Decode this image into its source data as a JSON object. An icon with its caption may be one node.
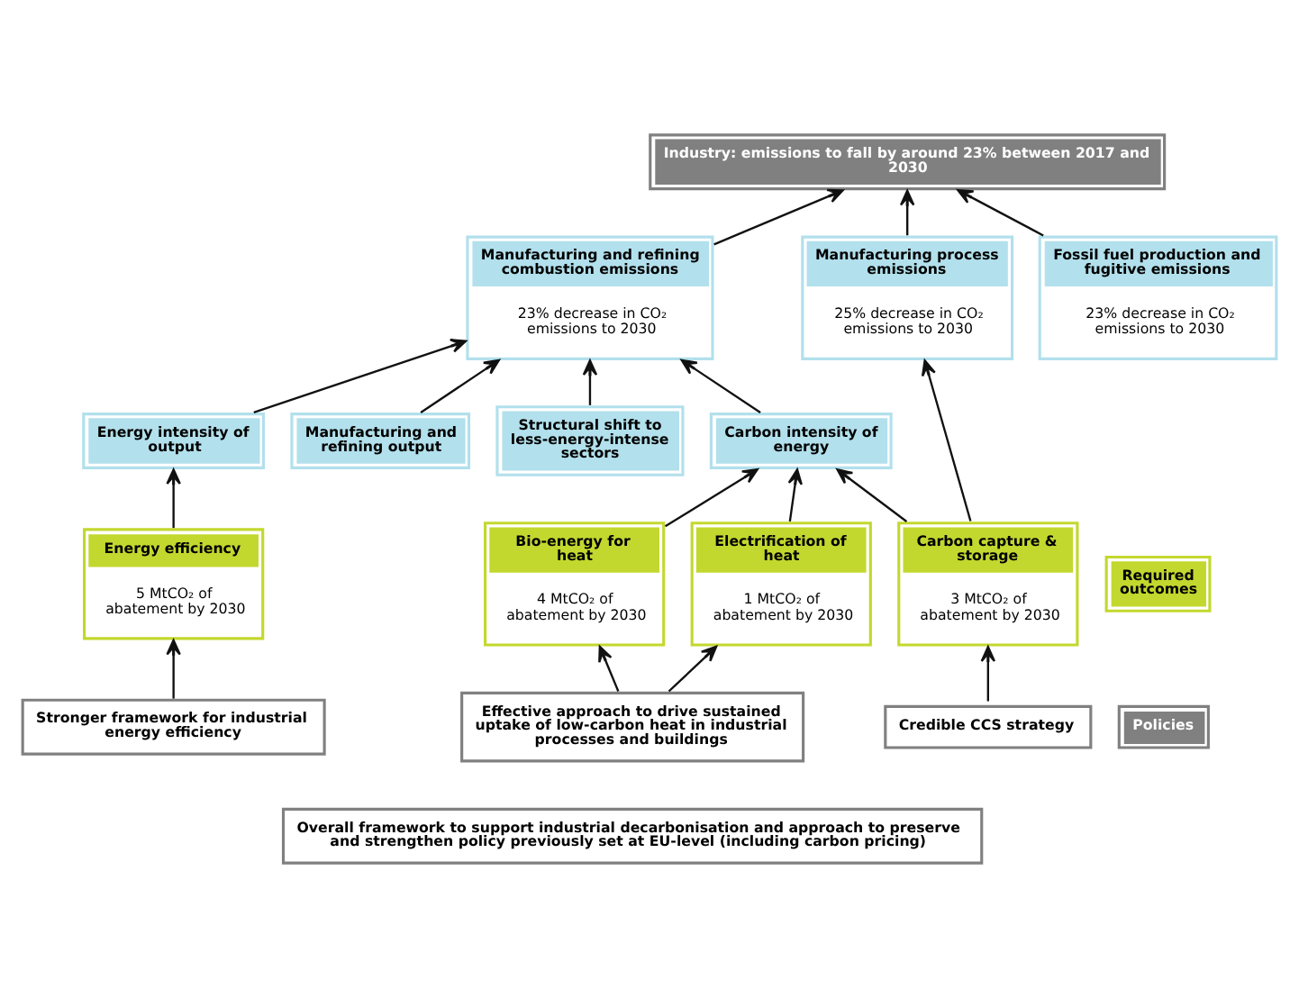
{
  "diagram": {
    "nodes": [
      {
        "text": [
          "Industry: emissions to fall by around 23% between 2017 and 2030"
        ]
      },
      {
        "text": [
          "Manufacturing process emissions",
          "25% decrease in CO₂ emissions to 2030"
        ]
      },
      {
        "text": [
          "Manufacturing and refining combustion emissions",
          "23% decrease in CO₂ emissions to 2030"
        ]
      },
      {
        "text": [
          "Fossil fuel production and fugitive emissions",
          "23% decrease in CO₂ emissions to 2030"
        ]
      },
      {
        "text": [
          "Carbon intensity of energy"
        ]
      },
      {
        "text": [
          "Energy intensity of output"
        ]
      },
      {
        "text": [
          "Manufacturing and refining output"
        ]
      },
      {
        "text": [
          "Structural shift to less-energy-intense sectors"
        ]
      },
      {
        "text": [
          "Required outcomes"
        ]
      },
      {
        "text": [
          "Carbon capture & storage",
          "3 MtCO₂ of abatement by 2030"
        ]
      },
      {
        "text": [
          "Bio-energy for heat",
          "4 MtCO₂ of abatement by 2030"
        ]
      },
      {
        "text": [
          "Electrification of heat",
          "1 MtCO₂ of abatement by 2030"
        ]
      },
      {
        "text": [
          "Energy efficiency",
          "5 MtCO₂ of abatement by 2030"
        ]
      },
      {
        "text": [
          "Policies"
        ]
      },
      {
        "text": [
          "Credible CCS strategy"
        ]
      },
      {
        "text": [
          "Effective approach to drive sustained uptake of low-carbon heat in industrial processes and buildings"
        ]
      },
      {
        "text": [
          "Stronger framework for industrial energy efficiency"
        ]
      },
      {
        "text": [
          "Overall framework to support industrial decarbonisation and approach to preserve and strengthen policy previously set at EU-level (including carbon pricing)"
        ]
      }
    ],
    "edges": [
      {
        "from": 1,
        "to": 0,
        "arrow": "to"
      },
      {
        "from": 2,
        "to": 0,
        "arrow": "to"
      },
      {
        "from": 3,
        "to": 0,
        "arrow": "to"
      },
      {
        "from": 4,
        "to": 2,
        "arrow": "to"
      },
      {
        "from": 5,
        "to": 2,
        "arrow": "to"
      },
      {
        "from": 6,
        "to": 2,
        "arrow": "to"
      },
      {
        "from": 7,
        "to": 2,
        "arrow": "to"
      },
      {
        "from": 9,
        "to": 1,
        "arrow": "to"
      },
      {
        "from": 9,
        "to": 4,
        "arrow": "to"
      },
      {
        "from": 10,
        "to": 4,
        "arrow": "to"
      },
      {
        "from": 11,
        "to": 4,
        "arrow": "to"
      },
      {
        "from": 12,
        "to": 5,
        "arrow": "to"
      },
      {
        "from": 14,
        "to": 9,
        "arrow": "to"
      },
      {
        "from": 15,
        "to": 10,
        "arrow": "to"
      },
      {
        "from": 15,
        "to": 11,
        "arrow": "to"
      },
      {
        "from": 16,
        "to": 12,
        "arrow": "to"
      }
    ]
  }
}
